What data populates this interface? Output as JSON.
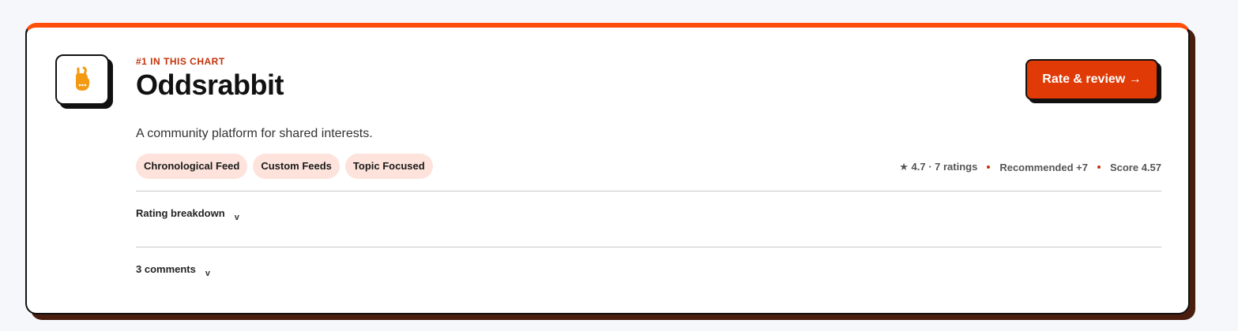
{
  "card": {
    "rank_label": "#1 IN THIS CHART",
    "title": "Oddsrabbit",
    "description": "A community platform for shared interests.",
    "logo_icon": "oddsrabbit-logo-icon",
    "tags": [
      "Chronological Feed",
      "Custom Feeds",
      "Topic Focused"
    ],
    "meta": {
      "rating": "★ 4.7 · 7 ratings",
      "recommended": "Recommended +7",
      "score": "Score 4.57"
    },
    "cta_label": "Rate & review →",
    "rating_breakdown_label": "Rating breakdown",
    "comments_label": "3 comments",
    "chevron": "v"
  },
  "colors": {
    "accent": "#ff4d0a",
    "cta": "#e03a06",
    "rank": "#c4320a",
    "tag_bg": "#fde3dc",
    "shadow": "#4a1e0e"
  }
}
